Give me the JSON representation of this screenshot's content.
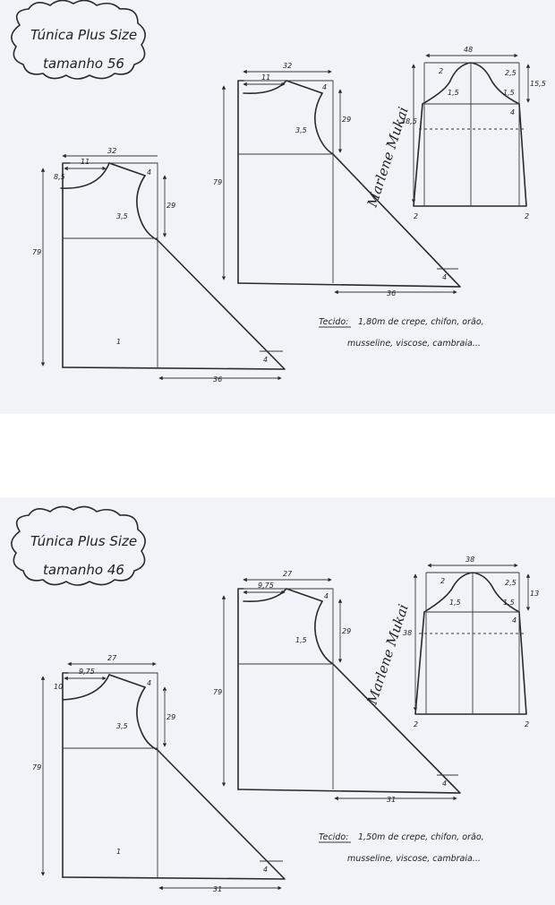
{
  "patterns": [
    {
      "title_line1": "Túnica Plus Size",
      "title_line2": "tamanho 56",
      "signature": "Marlene Mukai",
      "fabric_label": "Tecido:",
      "fabric_line1": "1,80m de crepe, chifon, orão,",
      "fabric_line2": "musseline, viscose, cambraia...",
      "small_front": {
        "width": "32",
        "neck": "11",
        "neck_drop": "8,5",
        "shoulder": "4",
        "armhole_depth": "29",
        "armhole_curve": "3,5",
        "length": "79",
        "hem": "36",
        "corner": "4",
        "center": "1"
      },
      "large_front": {
        "width": "32",
        "neck": "11",
        "shoulder": "4",
        "armhole_depth": "29",
        "armhole_curve": "3,5",
        "length": "79",
        "hem": "36",
        "corner": "4"
      },
      "sleeve": {
        "width": "48",
        "cap_left": "2",
        "cap_right": "2,5",
        "curve_left": "1,5",
        "curve_right": "1,5",
        "cap_height": "15,5",
        "length": "38,5",
        "shoulder": "4",
        "hem_left": "2",
        "hem_right": "2"
      }
    },
    {
      "title_line1": "Túnica Plus Size",
      "title_line2": "tamanho 46",
      "signature": "Marlene Mukai",
      "fabric_label": "Tecido:",
      "fabric_line1": "1,50m de crepe, chifon, orão,",
      "fabric_line2": "musseline, viscose, cambraia...",
      "small_front": {
        "width": "27",
        "neck": "9,75",
        "neck_drop": "10",
        "shoulder": "4",
        "armhole_depth": "29",
        "armhole_curve": "3,5",
        "length": "79",
        "hem": "31",
        "corner": "4",
        "center": "1"
      },
      "large_front": {
        "width": "27",
        "neck": "9,75",
        "shoulder": "4",
        "armhole_depth": "29",
        "armhole_curve": "1,5",
        "length": "79",
        "hem": "31",
        "corner": "4"
      },
      "sleeve": {
        "width": "38",
        "cap_left": "2",
        "cap_right": "2,5",
        "curve_left": "1,5",
        "curve_right": "1,5",
        "cap_height": "13",
        "length": "38",
        "shoulder": "4",
        "hem_left": "2",
        "hem_right": "2"
      }
    }
  ]
}
